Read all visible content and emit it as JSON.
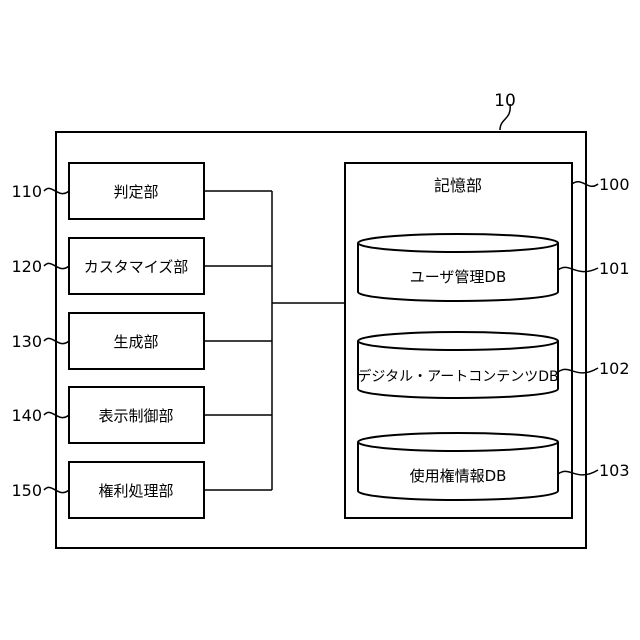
{
  "device": {
    "ref": "10"
  },
  "units": [
    {
      "ref": "110",
      "label": "判定部"
    },
    {
      "ref": "120",
      "label": "カスタマイズ部"
    },
    {
      "ref": "130",
      "label": "生成部"
    },
    {
      "ref": "140",
      "label": "表示制御部"
    },
    {
      "ref": "150",
      "label": "権利処理部"
    }
  ],
  "storage": {
    "ref": "100",
    "label": "記憶部",
    "databases": [
      {
        "ref": "101",
        "label": "ユーザ管理DB"
      },
      {
        "ref": "102",
        "label": "デジタル・アートコンテンツDB"
      },
      {
        "ref": "103",
        "label": "使用権情報DB"
      }
    ]
  }
}
